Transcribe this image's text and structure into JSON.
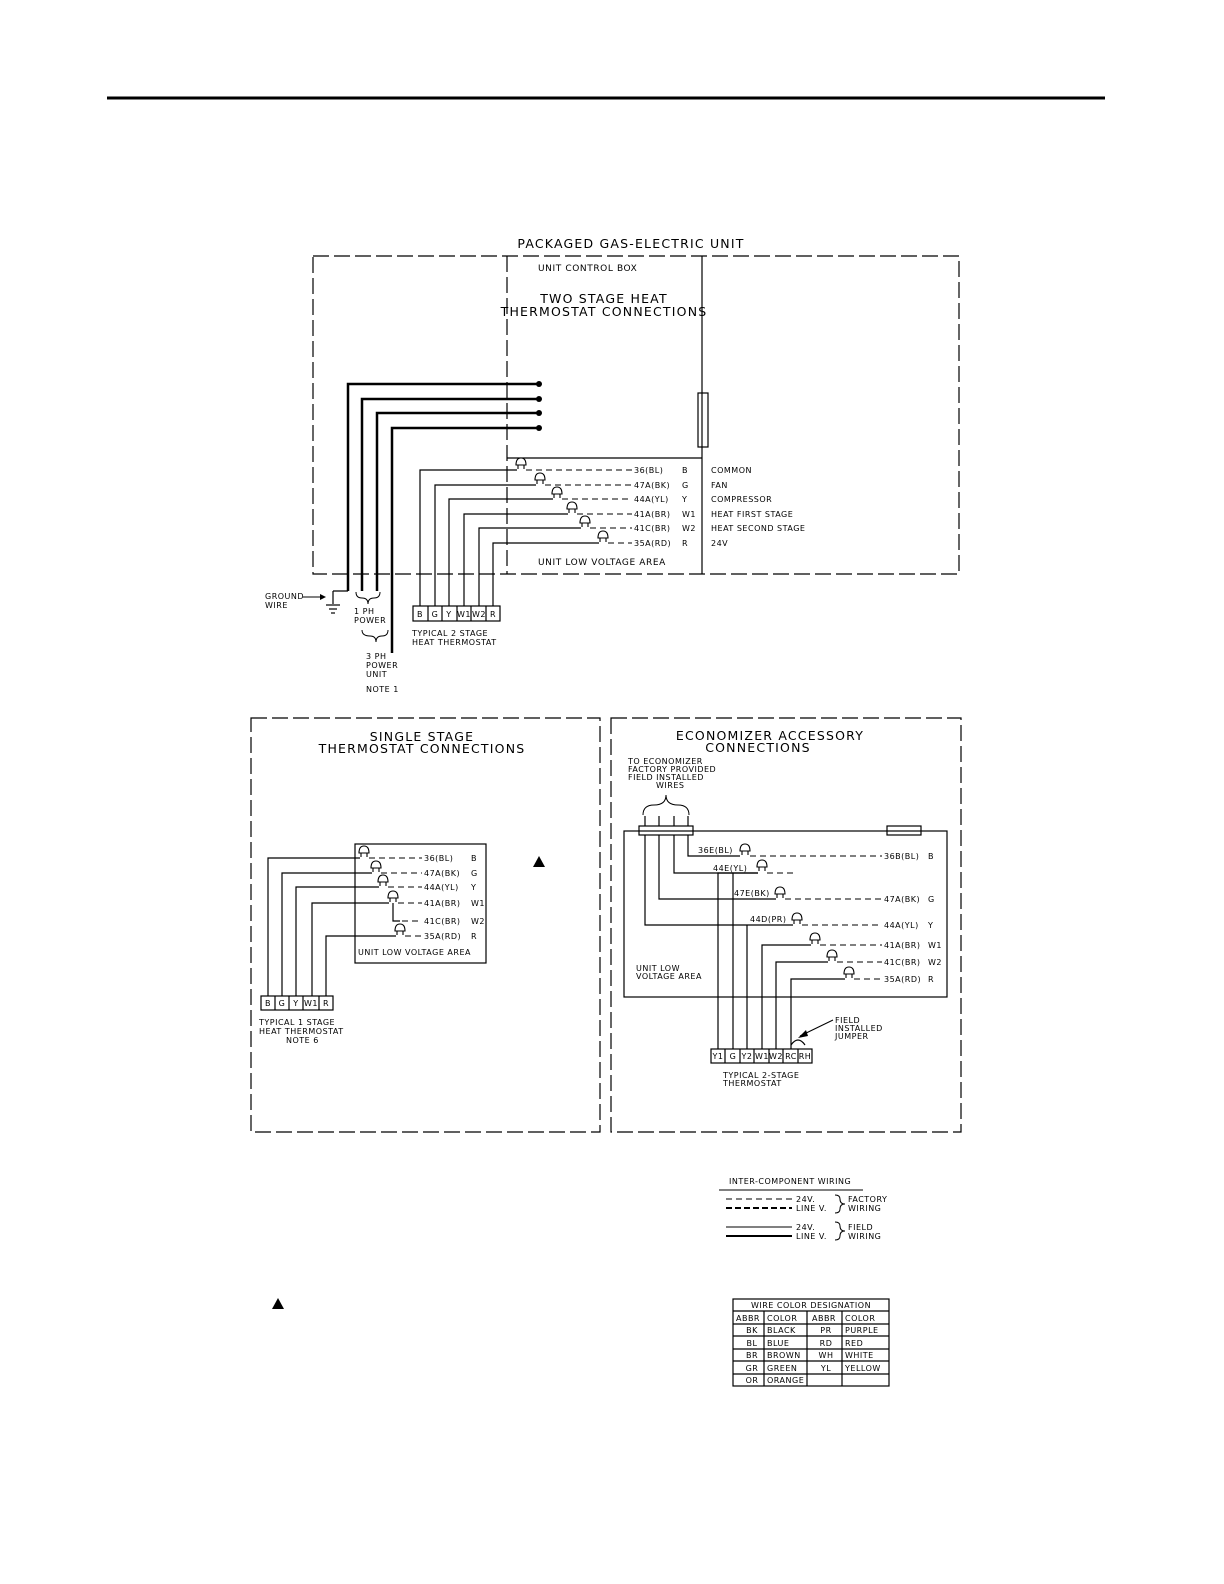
{
  "main_diagram": {
    "title": "PACKAGED GAS-ELECTRIC UNIT",
    "control_box_label": "UNIT CONTROL BOX",
    "section_title_line1": "TWO STAGE HEAT",
    "section_title_line2": "THERMOSTAT CONNECTIONS",
    "low_voltage_area": "UNIT LOW VOLTAGE AREA",
    "wires": [
      {
        "code": "36(BL)",
        "terminal": "B",
        "function": "COMMON"
      },
      {
        "code": "47A(BK)",
        "terminal": "G",
        "function": "FAN"
      },
      {
        "code": "44A(YL)",
        "terminal": "Y",
        "function": "COMPRESSOR"
      },
      {
        "code": "41A(BR)",
        "terminal": "W1",
        "function": "HEAT FIRST STAGE"
      },
      {
        "code": "41C(BR)",
        "terminal": "W2",
        "function": "HEAT SECOND STAGE"
      },
      {
        "code": "35A(RD)",
        "terminal": "R",
        "function": "24V"
      }
    ],
    "thermostat_terminals": [
      "B",
      "G",
      "Y",
      "W1",
      "W2",
      "R"
    ],
    "thermostat_label_line1": "TYPICAL 2 STAGE",
    "thermostat_label_line2": "HEAT THERMOSTAT",
    "ground_line1": "GROUND",
    "ground_line2": "WIRE",
    "one_ph_line1": "1 PH",
    "one_ph_line2": "POWER",
    "three_ph_line1": "3 PH",
    "three_ph_line2": "POWER",
    "three_ph_line3": "UNIT",
    "note": "NOTE 1"
  },
  "single_stage": {
    "title_line1": "SINGLE STAGE",
    "title_line2": "THERMOSTAT CONNECTIONS",
    "wires": [
      {
        "code": "36(BL)",
        "terminal": "B"
      },
      {
        "code": "47A(BK)",
        "terminal": "G"
      },
      {
        "code": "44A(YL)",
        "terminal": "Y"
      },
      {
        "code": "41A(BR)",
        "terminal": "W1"
      },
      {
        "code": "41C(BR)",
        "terminal": "W2"
      },
      {
        "code": "35A(RD)",
        "terminal": "R"
      }
    ],
    "low_voltage_area": "UNIT LOW VOLTAGE AREA",
    "thermostat_terminals": [
      "B",
      "G",
      "Y",
      "W1",
      "R"
    ],
    "label_line1": "TYPICAL 1 STAGE",
    "label_line2": "HEAT THERMOSTAT",
    "label_line3": "NOTE 6"
  },
  "economizer": {
    "title_line1": "ECONOMIZER ACCESSORY",
    "title_line2": "CONNECTIONS",
    "note_line1": "TO ECONOMIZER",
    "note_line2": "FACTORY PROVIDED",
    "note_line3": "FIELD INSTALLED",
    "note_line4": "WIRES",
    "econ_wires": [
      "36E(BL)",
      "44E(YL)",
      "47E(BK)",
      "44D(PR)"
    ],
    "unit_wires": [
      {
        "code": "36B(BL)",
        "terminal": "B"
      },
      {
        "code": "47A(BK)",
        "terminal": "G"
      },
      {
        "code": "44A(YL)",
        "terminal": "Y"
      },
      {
        "code": "41A(BR)",
        "terminal": "W1"
      },
      {
        "code": "41C(BR)",
        "terminal": "W2"
      },
      {
        "code": "35A(RD)",
        "terminal": "R"
      }
    ],
    "low_voltage_line1": "UNIT LOW",
    "low_voltage_line2": "VOLTAGE AREA",
    "jumper_line1": "FIELD",
    "jumper_line2": "INSTALLED",
    "jumper_line3": "JUMPER",
    "thermostat_terminals": [
      "Y1",
      "G",
      "Y2",
      "W1",
      "W2",
      "RC",
      "RH"
    ],
    "thermostat_label_line1": "TYPICAL 2-STAGE",
    "thermostat_label_line2": "THERMOSTAT"
  },
  "legend": {
    "title": "INTER-COMPONENT WIRING",
    "factory_24v": "24V.",
    "factory_linev": "LINE V.",
    "factory_line1": "FACTORY",
    "factory_line2": "WIRING",
    "field_24v": "24V.",
    "field_linev": "LINE V.",
    "field_line1": "FIELD",
    "field_line2": "WIRING"
  },
  "color_table": {
    "title": "WIRE COLOR DESIGNATION",
    "headers": [
      "ABBR",
      "COLOR",
      "ABBR",
      "COLOR"
    ],
    "rows": [
      [
        "BK",
        "BLACK",
        "PR",
        "PURPLE"
      ],
      [
        "BL",
        "BLUE",
        "RD",
        "RED"
      ],
      [
        "BR",
        "BROWN",
        "WH",
        "WHITE"
      ],
      [
        "GR",
        "GREEN",
        "YL",
        "YELLOW"
      ],
      [
        "OR",
        "ORANGE",
        "",
        ""
      ]
    ]
  }
}
